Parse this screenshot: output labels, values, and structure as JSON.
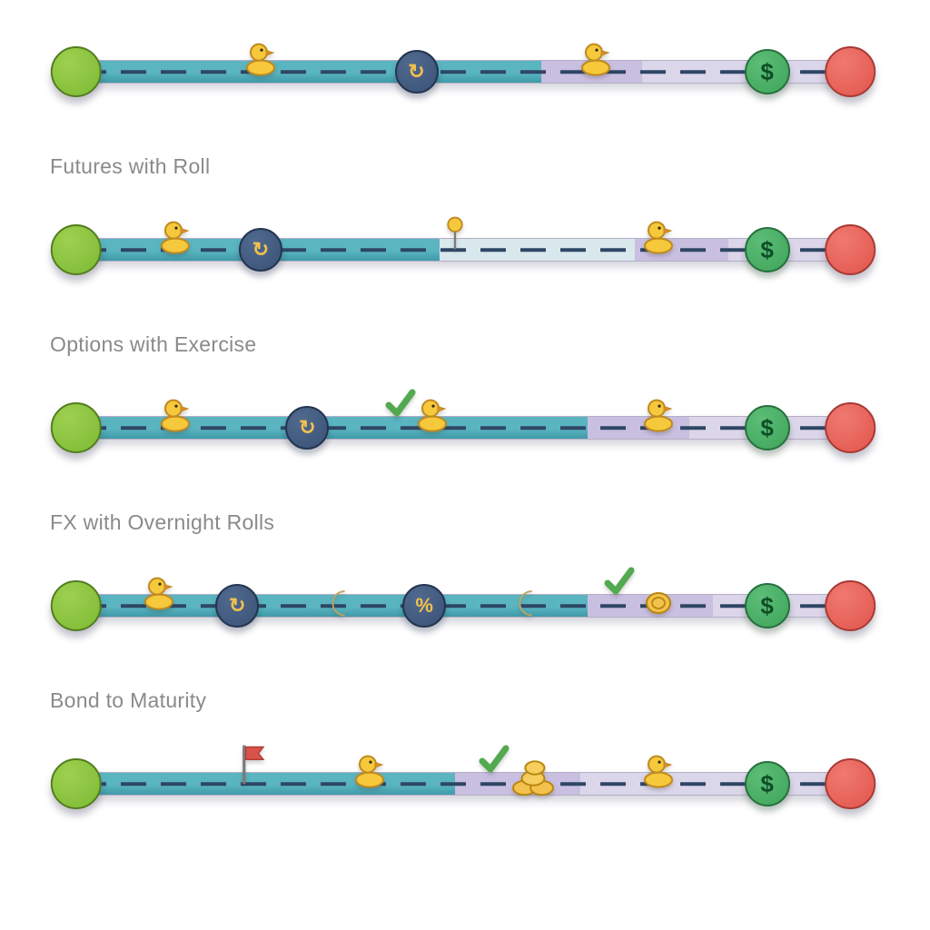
{
  "figure_name": "instrument-lifecycle-timelines",
  "colors": {
    "background": "#ffffff",
    "track_teal": "#5ab5c1",
    "track_teal_dark": "#3f9aa8",
    "track_pale": "#d8e8ec",
    "track_lavender": "#c9bfe0",
    "track_lavender_light": "#dcd6ea",
    "dash": "#2e4664",
    "start_node": "#7cba33",
    "start_node_hi": "#9ed050",
    "start_node_border": "#537d1f",
    "end_node": "#e2544c",
    "end_node_hi": "#ef7a70",
    "end_node_border": "#a83a33",
    "event_node": "#3a5276",
    "event_node_hi": "#50698e",
    "event_node_border": "#243550",
    "event_symbol": "#f2c14e",
    "cash_node": "#3fa45b",
    "cash_node_hi": "#5cbd76",
    "cash_node_border": "#26703c",
    "cash_symbol": "#0e4f26",
    "check": "#53a94f",
    "duck_body": "#f6c93d",
    "duck_outline": "#c08a1e",
    "duck_beak": "#e0892e",
    "coin_fill": "#f2c14e",
    "coin_outline": "#b8860b",
    "moon_fill": "#f2e3bb",
    "moon_outline": "#c0a35e",
    "flag_fill": "#d9534b",
    "flag_outline": "#b23a34",
    "pole": "#7a7a7a",
    "label_text": "#8a8a8a"
  },
  "timelines": [
    {
      "label": "",
      "segments": [
        {
          "color_key": "track_teal",
          "end_pct": 60
        },
        {
          "color_key": "track_lavender",
          "end_pct": 73
        },
        {
          "color_key": "track_lavender_light",
          "end_pct": 100
        }
      ],
      "markers": [
        {
          "type": "duck",
          "x_pct": 24
        },
        {
          "type": "event",
          "x_pct": 44,
          "symbol": "↻"
        },
        {
          "type": "duck",
          "x_pct": 67
        },
        {
          "type": "cash",
          "x_pct": 89,
          "symbol": "$"
        }
      ]
    },
    {
      "label": "Futures with Roll",
      "segments": [
        {
          "color_key": "track_teal",
          "end_pct": 47
        },
        {
          "color_key": "track_pale",
          "end_pct": 72
        },
        {
          "color_key": "track_lavender",
          "end_pct": 84
        },
        {
          "color_key": "track_lavender_light",
          "end_pct": 100
        }
      ],
      "markers": [
        {
          "type": "duck",
          "x_pct": 13
        },
        {
          "type": "event",
          "x_pct": 24,
          "symbol": "↻"
        },
        {
          "type": "pin",
          "x_pct": 49
        },
        {
          "type": "duck",
          "x_pct": 75
        },
        {
          "type": "cash",
          "x_pct": 89,
          "symbol": "$"
        }
      ]
    },
    {
      "label": "Options with Exercise",
      "segments": [
        {
          "color_key": "track_teal",
          "end_pct": 66
        },
        {
          "color_key": "track_lavender",
          "end_pct": 79
        },
        {
          "color_key": "track_lavender_light",
          "end_pct": 100
        }
      ],
      "markers": [
        {
          "type": "duck",
          "x_pct": 13
        },
        {
          "type": "event",
          "x_pct": 30,
          "symbol": "↻"
        },
        {
          "type": "check",
          "x_pct": 42
        },
        {
          "type": "duck",
          "x_pct": 46
        },
        {
          "type": "duck",
          "x_pct": 75
        },
        {
          "type": "cash",
          "x_pct": 89,
          "symbol": "$"
        }
      ]
    },
    {
      "label": "FX with Overnight Rolls",
      "segments": [
        {
          "color_key": "track_teal",
          "end_pct": 66
        },
        {
          "color_key": "track_lavender",
          "end_pct": 82
        },
        {
          "color_key": "track_lavender_light",
          "end_pct": 100
        }
      ],
      "markers": [
        {
          "type": "duck",
          "x_pct": 11
        },
        {
          "type": "event",
          "x_pct": 21,
          "symbol": "↻"
        },
        {
          "type": "moon",
          "x_pct": 34
        },
        {
          "type": "event",
          "x_pct": 45,
          "symbol": "%"
        },
        {
          "type": "moon",
          "x_pct": 58
        },
        {
          "type": "check",
          "x_pct": 70
        },
        {
          "type": "coin",
          "x_pct": 75
        },
        {
          "type": "cash",
          "x_pct": 89,
          "symbol": "$"
        }
      ]
    },
    {
      "label": "Bond to Maturity",
      "segments": [
        {
          "color_key": "track_teal",
          "end_pct": 49
        },
        {
          "color_key": "track_lavender",
          "end_pct": 65
        },
        {
          "color_key": "track_lavender_light",
          "end_pct": 100
        }
      ],
      "markers": [
        {
          "type": "flag",
          "x_pct": 23
        },
        {
          "type": "duck",
          "x_pct": 38
        },
        {
          "type": "check",
          "x_pct": 54
        },
        {
          "type": "coins",
          "x_pct": 59
        },
        {
          "type": "duck",
          "x_pct": 75
        },
        {
          "type": "cash",
          "x_pct": 89,
          "symbol": "$"
        }
      ]
    }
  ]
}
